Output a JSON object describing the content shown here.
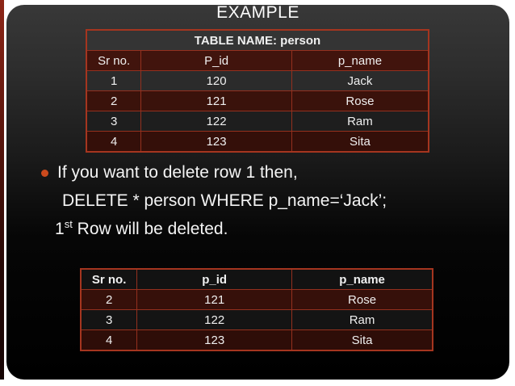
{
  "slide": {
    "title": "EXAMPLE",
    "table1": {
      "caption": "TABLE NAME: person",
      "headers": [
        "Sr no.",
        "P_id",
        "p_name"
      ],
      "rows": [
        [
          "1",
          "120",
          "Jack"
        ],
        [
          "2",
          "121",
          "Rose"
        ],
        [
          "3",
          "122",
          "Ram"
        ],
        [
          "4",
          "123",
          "Sita"
        ]
      ]
    },
    "bullet": {
      "line1": "If you want to delete row 1 then,",
      "line2": "DELETE * person WHERE p_name=‘Jack’;",
      "line3_num": "1",
      "line3_ordinal": "st",
      "line3_rest": " Row will be deleted."
    },
    "table2": {
      "headers": [
        "Sr no.",
        "p_id",
        "p_name"
      ],
      "rows": [
        [
          "2",
          "121",
          "Rose"
        ],
        [
          "3",
          "122",
          "Ram"
        ],
        [
          "4",
          "123",
          "Sita"
        ]
      ]
    },
    "colors": {
      "accent_border_red": "#a5351f",
      "maroon_row": "#3a120b",
      "gray_row": "#2b2b2b",
      "bullet_dot_orange": "#cb4a1d",
      "stripe_red": "#8e2617",
      "card_top_gray": "#383838"
    }
  }
}
